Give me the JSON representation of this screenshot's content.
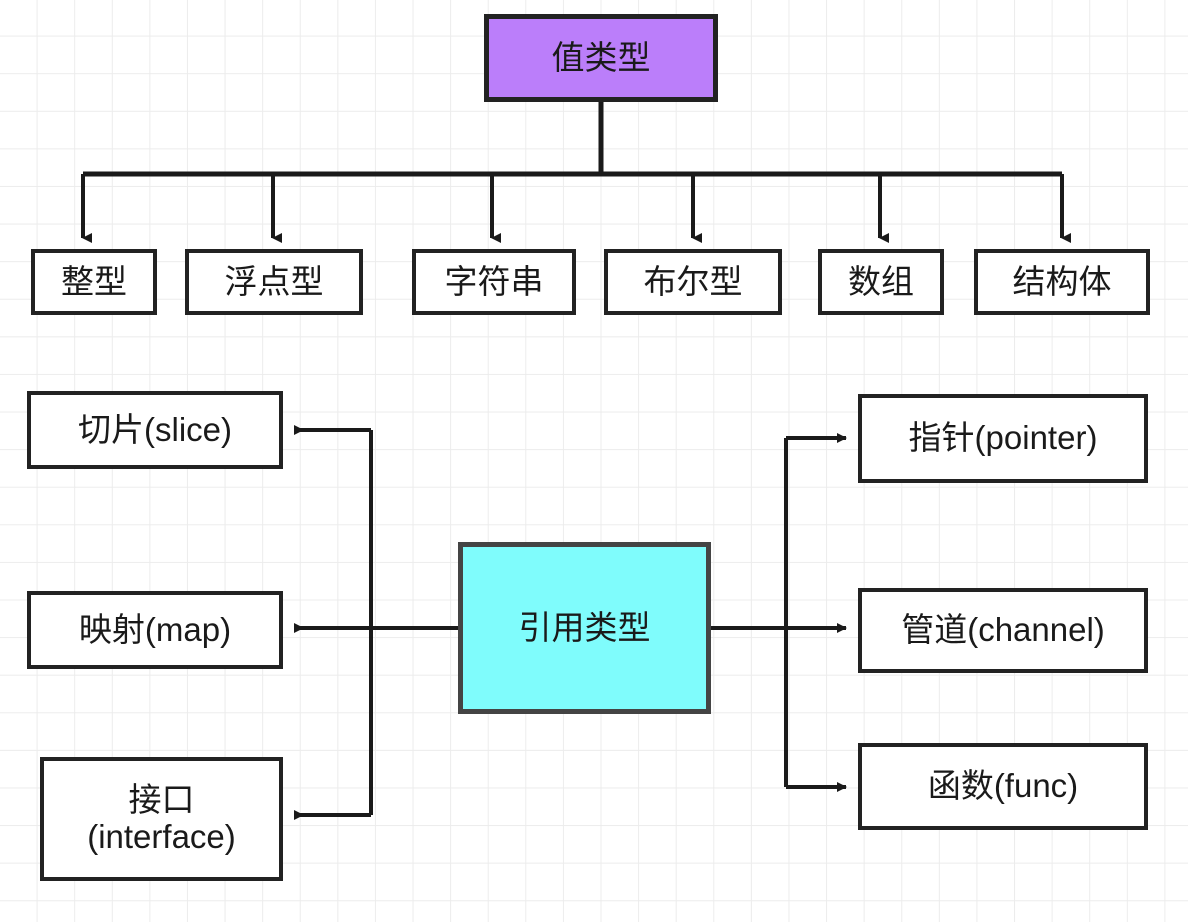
{
  "diagram": {
    "title_semantics": "Go data type classification",
    "colors": {
      "value_type_fill": "#bb7efa",
      "reference_type_fill": "#7ffcfc",
      "box_fill": "#ffffff",
      "stroke": "#222222",
      "ref_stroke": "#444444",
      "grid": "#ececec",
      "background": "#ffffff"
    },
    "nodes": {
      "value_type": {
        "label": "值类型"
      },
      "reference_type": {
        "label": "引用类型"
      },
      "value_children": [
        {
          "label": "整型"
        },
        {
          "label": "浮点型"
        },
        {
          "label": "字符串"
        },
        {
          "label": "布尔型"
        },
        {
          "label": "数组"
        },
        {
          "label": "结构体"
        }
      ],
      "reference_left": [
        {
          "label": "切片(slice)"
        },
        {
          "label": "映射(map)"
        },
        {
          "label": "接口\n(interface)"
        }
      ],
      "reference_right": [
        {
          "label": "指针(pointer)"
        },
        {
          "label": "管道(channel)"
        },
        {
          "label": "函数(func)"
        }
      ]
    },
    "edges": [
      {
        "from": "值类型",
        "to": "整型",
        "kind": "arrow-down"
      },
      {
        "from": "值类型",
        "to": "浮点型",
        "kind": "arrow-down"
      },
      {
        "from": "值类型",
        "to": "字符串",
        "kind": "arrow-down"
      },
      {
        "from": "值类型",
        "to": "布尔型",
        "kind": "arrow-down"
      },
      {
        "from": "值类型",
        "to": "数组",
        "kind": "arrow-down"
      },
      {
        "from": "值类型",
        "to": "结构体",
        "kind": "arrow-down"
      },
      {
        "from": "引用类型",
        "to": "切片(slice)",
        "kind": "arrow-left"
      },
      {
        "from": "引用类型",
        "to": "映射(map)",
        "kind": "arrow-left"
      },
      {
        "from": "引用类型",
        "to": "接口(interface)",
        "kind": "arrow-left"
      },
      {
        "from": "引用类型",
        "to": "指针(pointer)",
        "kind": "arrow-right"
      },
      {
        "from": "引用类型",
        "to": "管道(channel)",
        "kind": "arrow-right"
      },
      {
        "from": "引用类型",
        "to": "函数(func)",
        "kind": "arrow-right"
      }
    ]
  }
}
